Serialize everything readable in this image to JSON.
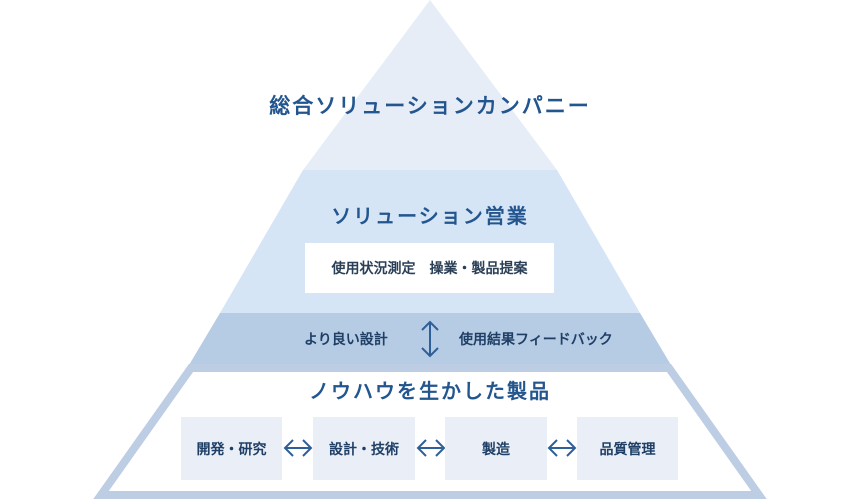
{
  "colors": {
    "tier_top": "#e6edf7",
    "tier_mid": "#d5e5f6",
    "band": "#b6cbe4",
    "bottom_outline": "#bccde4",
    "title_text": "#23558f",
    "arrow": "#2f5f98"
  },
  "pyramid": {
    "top_title": "総合ソリューションカンパニー",
    "middle": {
      "title": "ソリューション営業",
      "box_text": "使用状況測定　操業・製品提案"
    },
    "band": {
      "left_label": "より良い設計",
      "right_label": "使用結果フィードバック",
      "arrow_icon": "vertical-double-arrow-icon"
    },
    "bottom": {
      "title": "ノウハウを生かした製品",
      "processes": [
        "開発・研究",
        "設計・技術",
        "製造",
        "品質管理"
      ],
      "arrow_icon": "horizontal-double-arrow-icon"
    }
  }
}
